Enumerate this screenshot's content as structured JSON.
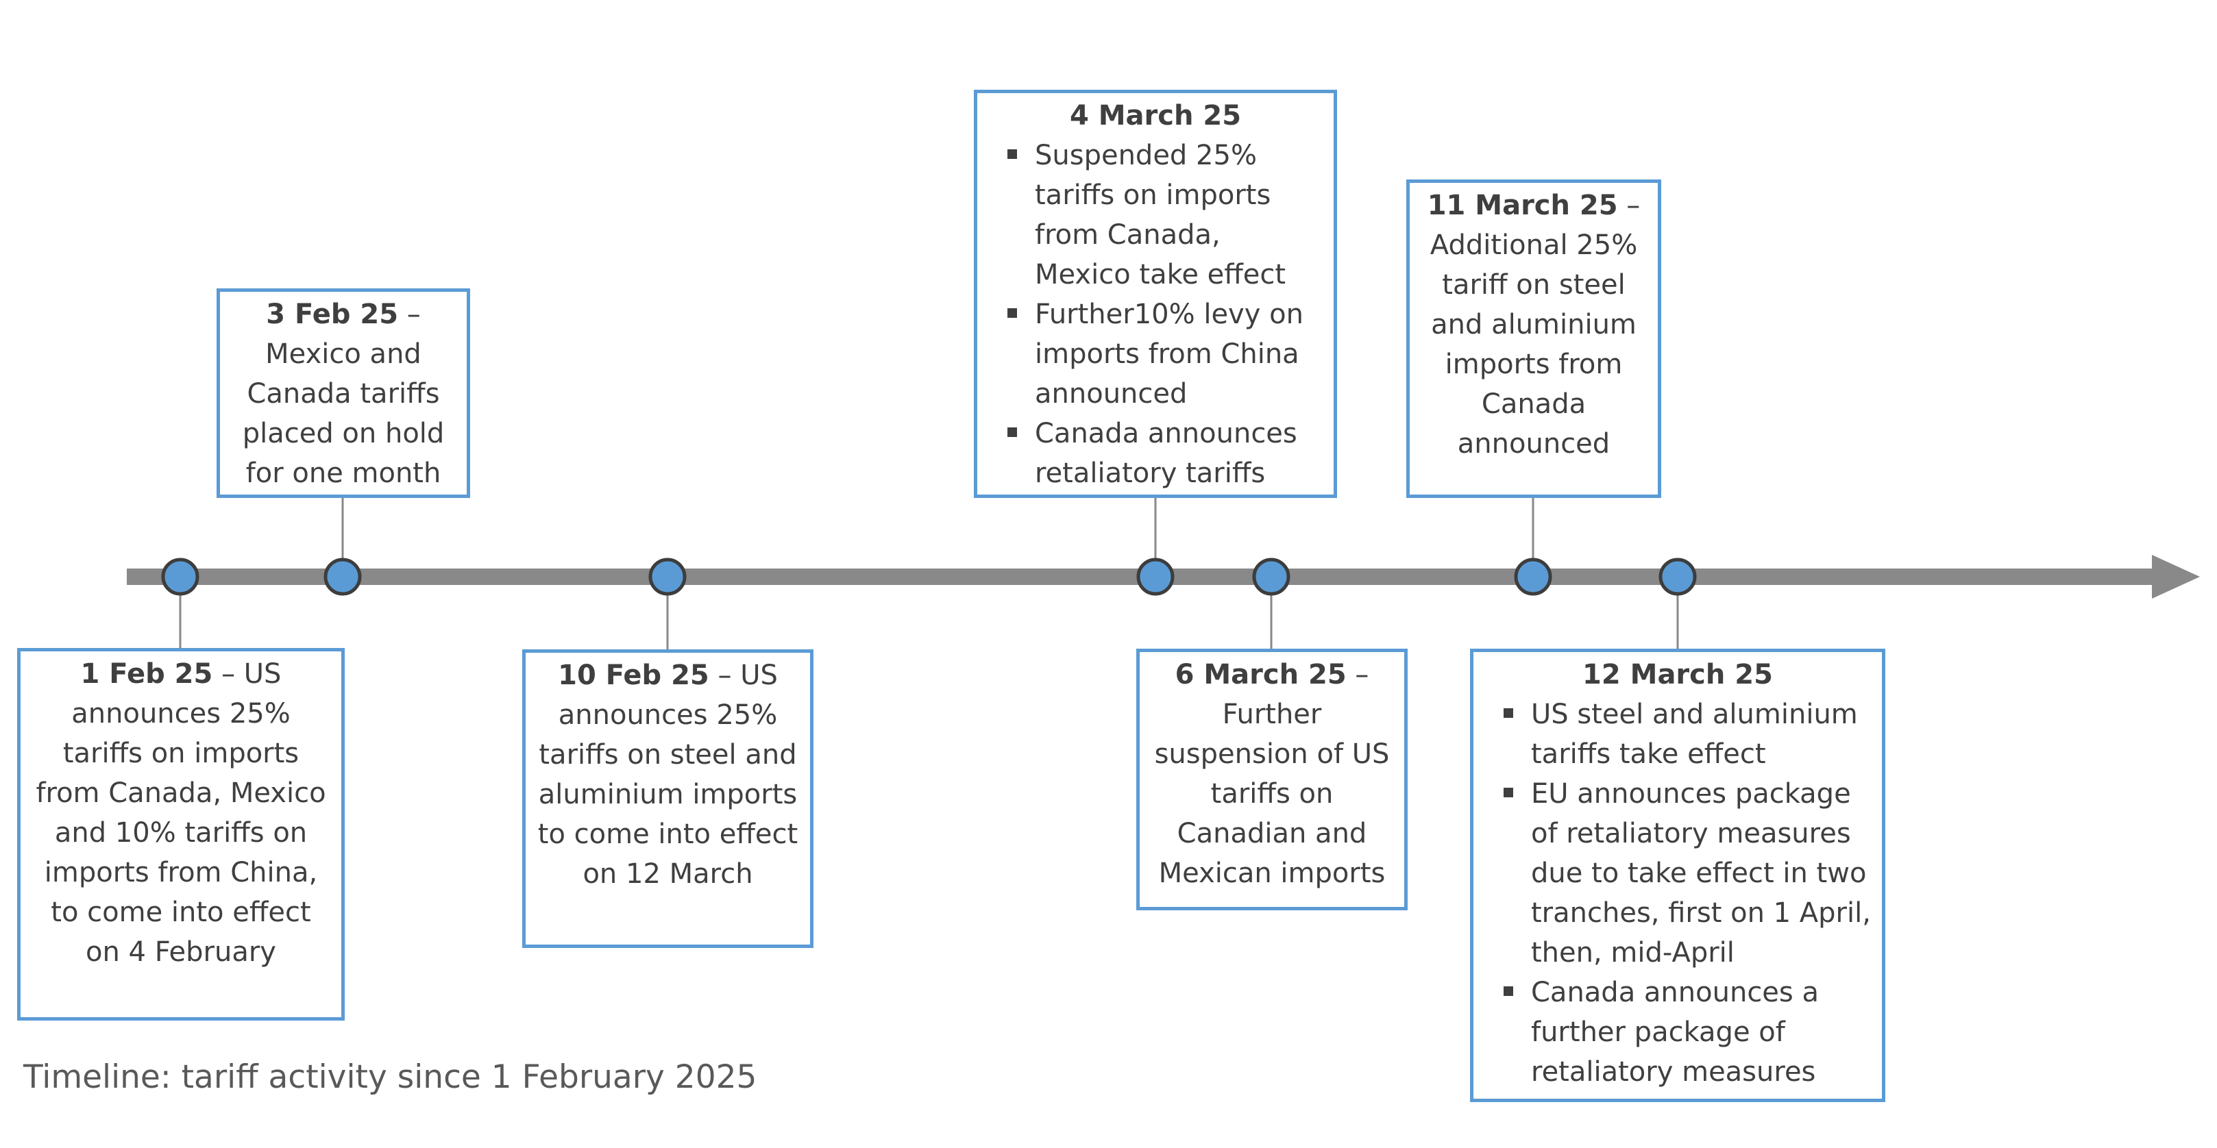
{
  "caption": "Timeline: tariff activity since 1 February 2025",
  "colors": {
    "axis": "#898989",
    "marker_fill": "#5b9bd5",
    "marker_stroke": "#3d3d3d",
    "box_border": "#5b9bd5",
    "connector": "#898989",
    "text": "#3f3f3f"
  },
  "events": [
    {
      "id": "1feb",
      "title": "1 Feb 25",
      "text": "– US announces 25% tariffs on imports from Canada, Mexico and 10% tariffs on imports from China, to come into effect on 4 February"
    },
    {
      "id": "3feb",
      "title": "3 Feb 25",
      "text": "– Mexico and Canada tariffs placed on hold for one month"
    },
    {
      "id": "10feb",
      "title": "10 Feb 25",
      "text": "– US announces 25% tariffs on steel and aluminium imports to come into effect on 12 March"
    },
    {
      "id": "4mar",
      "title": "4 March 25",
      "bullets": [
        "Suspended 25% tariffs on imports from Canada, Mexico take effect",
        "Further10% levy on imports from China announced",
        "Canada announces retaliatory tariffs"
      ]
    },
    {
      "id": "6mar",
      "title": "6 March 25",
      "text": "– Further suspension of US tariffs on Canadian and Mexican imports"
    },
    {
      "id": "11mar",
      "title": "11 March 25",
      "text": "– Additional 25% tariff on steel and aluminium imports from Canada announced"
    },
    {
      "id": "12mar",
      "title": "12 March 25",
      "bullets": [
        "US steel and aluminium tariffs take effect",
        "EU announces package of retaliatory measures due to take effect in two tranches, first on 1 April, then, mid-April",
        "Canada announces a further package of retaliatory measures"
      ]
    }
  ]
}
